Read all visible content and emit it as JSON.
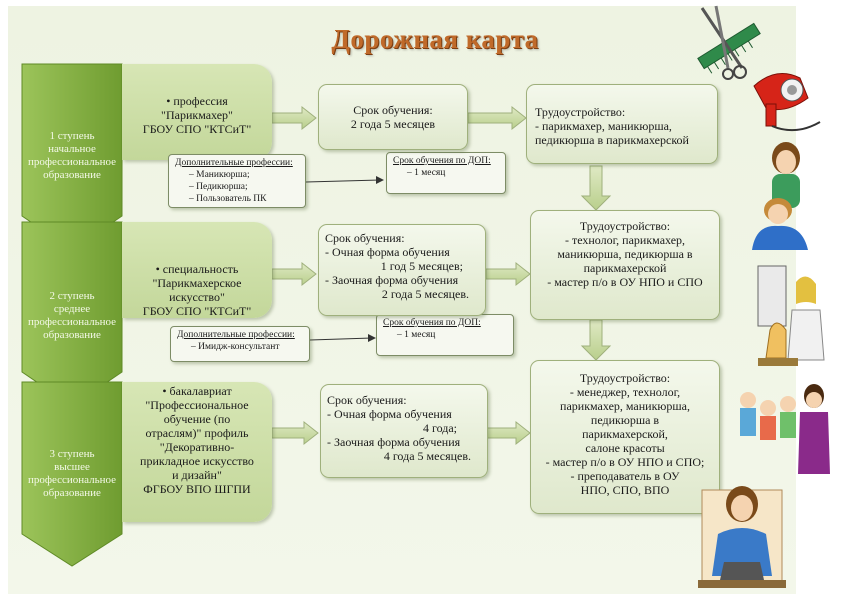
{
  "title": "Дорожная карта",
  "levels": [
    {
      "step": [
        "1 ступень",
        "начальное",
        "профессиональное",
        "образование"
      ],
      "program": [
        "• профессия",
        "\"Парикмахер\"",
        "ГБОУ СПО \"КТСиТ\""
      ],
      "extra_title": "Дополнительные профессии:",
      "extra_items": [
        "–   Маникюрша;",
        "–   Педикюрша;",
        "–   Пользователь ПК"
      ],
      "dop_title": "Срок обучения по ДОП:",
      "dop_items": [
        "–   1 месяц"
      ],
      "duration": [
        "Срок обучения:",
        "2 года 5 месяцев"
      ],
      "employment": [
        "Трудоустройство:",
        "- парикмахер, маникюрша,",
        "педикюрша в парикмахерской"
      ]
    },
    {
      "step": [
        "2 ступень",
        "среднее",
        "профессиональное",
        "образование"
      ],
      "program": [
        "• специальность",
        "\"Парикмахерское",
        "искусство\"",
        "ГБОУ СПО \"КТСиТ\""
      ],
      "extra_title": "Дополнительные  профессии:",
      "extra_items": [
        "–   Имидж-консультант"
      ],
      "dop_title": "Срок обучения по ДОП:",
      "dop_items": [
        "–   1 месяц"
      ],
      "duration": [
        "Срок обучения:",
        "- Очная форма обучения",
        "1 год 5 месяцев;",
        "- Заочная форма обучения",
        "2 года 5 месяцев."
      ],
      "employment": [
        "Трудоустройство:",
        "- технолог, парикмахер,",
        "маникюрша, педикюрша в",
        "парикмахерской",
        "- мастер п/о в ОУ НПО и СПО"
      ]
    },
    {
      "step": [
        "3 ступень",
        "высшее",
        "профессиональное",
        "образование"
      ],
      "program": [
        "• бакалавриат",
        "\"Профессиональное",
        "обучение (по",
        "отраслям)\" профиль",
        "\"Декоративно-",
        "прикладное искусство",
        "и дизайн\"",
        "ФГБОУ ВПО ШГПИ"
      ],
      "duration": [
        "Срок обучения:",
        "- Очная форма обучения",
        "4 года;",
        "- Заочная форма обучения",
        "4 года 5 месяцев."
      ],
      "employment": [
        "Трудоустройство:",
        "- менеджер, технолог,",
        "парикмахер, маникюрша,",
        "педикюрша в",
        "парикмахерской,",
        "салоне красоты",
        "- мастер п/о в ОУ НПО и СПО;",
        "- преподаватель в ОУ",
        "НПО, СПО, ВПО"
      ]
    }
  ],
  "colors": {
    "arrow_green": "#7aa83a",
    "box_border": "#9fb07c",
    "title": "#c06a2a"
  },
  "icons": [
    "scissors-comb-icon",
    "hair-dryer-icon",
    "hairdresser-icon",
    "salon-mirror-icon",
    "students-group-icon",
    "teacher-laptop-icon"
  ]
}
